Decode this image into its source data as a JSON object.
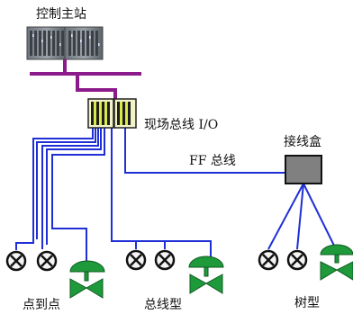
{
  "labels": {
    "master_station": "控制主站",
    "fieldbus_io": "现场总线 I/O",
    "ff_bus": "FF 总线",
    "junction_box": "接线盒",
    "point_to_point": "点到点",
    "bus_type": "总线型",
    "tree_type": "树型"
  },
  "colors": {
    "control_bus": "#8b1a8b",
    "field_wiring": "#1f2fd6",
    "valve": "#1e9a3a",
    "io_module": "#d9e84a",
    "junction_box": "#808080"
  },
  "icons": {
    "server": "server-rack-icon",
    "io": "io-module-icon",
    "transmitter": "transmitter-icon",
    "valve": "control-valve-icon",
    "box": "junction-box-icon"
  }
}
